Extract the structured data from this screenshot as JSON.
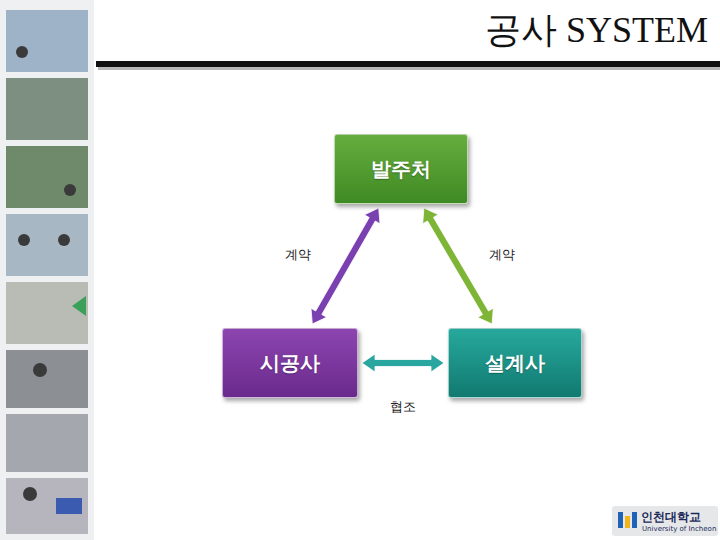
{
  "diagram": {
    "title": "공사 SYSTEM",
    "nodes": [
      {
        "text": [
          "발주처"
        ]
      },
      {
        "text": [
          "시공사"
        ]
      },
      {
        "text": [
          "설계사"
        ]
      }
    ],
    "edges": [
      {
        "from": 0,
        "to": 1,
        "arrow": "both",
        "label": "계약"
      },
      {
        "from": 0,
        "to": 2,
        "arrow": "both",
        "label": "계약"
      },
      {
        "from": 1,
        "to": 2,
        "arrow": "both",
        "label": "협조"
      }
    ],
    "labels": [
      "인천대학교",
      "University of Incheon"
    ]
  }
}
